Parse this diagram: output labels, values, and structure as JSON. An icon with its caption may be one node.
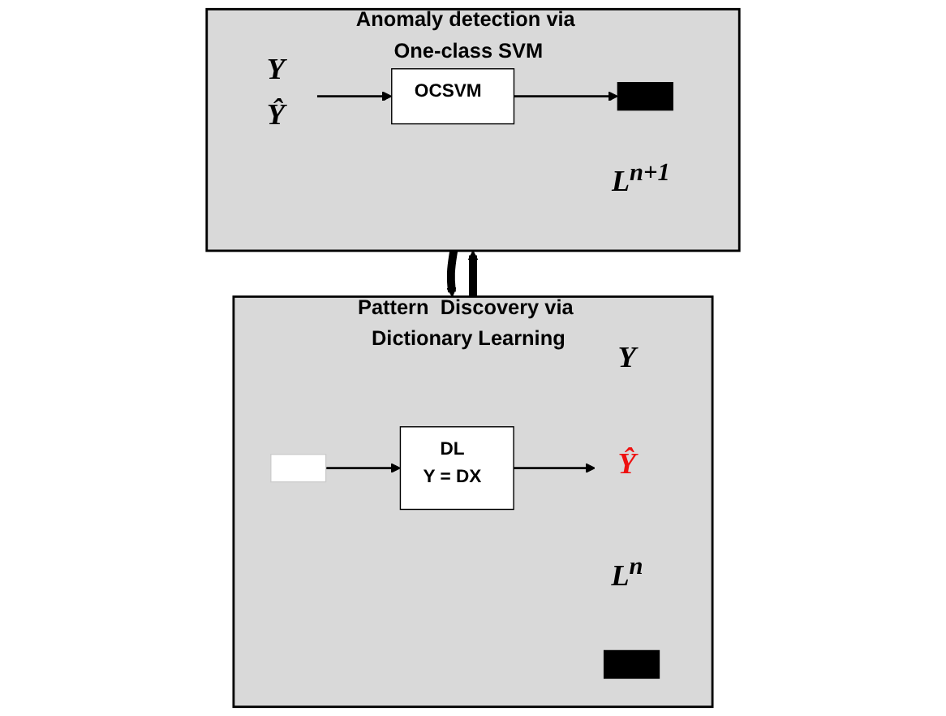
{
  "diagram": {
    "nodes": [
      {
        "text": [
          "Pattern  Discovery via Dictionary Learning"
        ]
      },
      {
        "text": [
          "Y"
        ],
        "in": 0
      },
      {
        "text": [
          "L$^{n}$"
        ],
        "in": 0
      },
      {
        "text": [],
        "shape": "picture",
        "in": 0
      },
      {
        "text": [],
        "shape": "bar",
        "in": 0
      },
      {
        "text": [
          "DL",
          "Y = DX"
        ],
        "in": 0
      },
      {
        "text": [
          "Ŷ"
        ],
        "in": 0
      },
      {
        "text": [
          "Anomaly detection via One-class SVM"
        ]
      },
      {
        "text": [
          "Y",
          "Ŷ"
        ],
        "in": 7
      },
      {
        "text": [
          "OCSVM"
        ],
        "in": 7
      },
      {
        "text": [],
        "shape": "bar",
        "in": 7
      },
      {
        "text": [
          "L$^{n+1}$"
        ],
        "in": 7
      }
    ],
    "edges": [
      {
        "from": 3,
        "to": 5,
        "arrow": "to"
      },
      {
        "from": 5,
        "to": 6,
        "arrow": "to"
      },
      {
        "from": 0,
        "to": 7,
        "arrow": "to",
        "style": "thick"
      },
      {
        "from": 7,
        "to": 0,
        "arrow": "to",
        "style": "thick"
      },
      {
        "from": 8,
        "to": 9,
        "arrow": "to"
      },
      {
        "from": 9,
        "to": 10,
        "arrow": "to"
      }
    ]
  }
}
